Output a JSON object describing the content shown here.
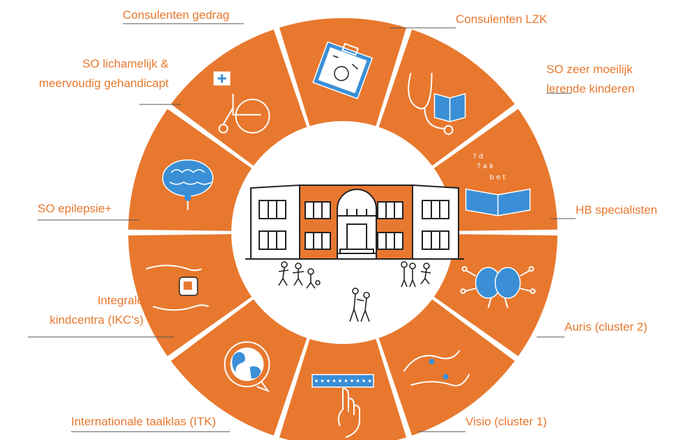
{
  "colors": {
    "segment": "#e8782e",
    "line_art": "#ffffff",
    "accent_blue": "#3a8fd6",
    "ink": "#222222",
    "label": "#e8782e"
  },
  "diagram": {
    "center": {
      "name": "school-building-illustration"
    },
    "segments": [
      {
        "id": "consulenten-gedrag",
        "label": "Consulenten gedrag",
        "icon": "clipboard-icon"
      },
      {
        "id": "consulenten-lzk",
        "label": "Consulenten LZK",
        "icon": "stethoscope-book-icon"
      },
      {
        "id": "so-zeer-moeilijk",
        "label_lines": [
          "SO zeer moeilijk",
          "lerende kinderen"
        ],
        "icon": "open-book-letters-icon"
      },
      {
        "id": "hb-specialisten",
        "label": "HB specialisten",
        "icon": "brain-circuit-icon"
      },
      {
        "id": "auris",
        "label": "Auris (cluster 2)",
        "icon": "sign-language-hands-icon"
      },
      {
        "id": "visio",
        "label": "Visio (cluster 1)",
        "icon": "braille-hand-icon"
      },
      {
        "id": "internationale-taalklas",
        "label": "Internationale taalklas (ITK)",
        "icon": "globe-speech-icon"
      },
      {
        "id": "integrale-kindcentra",
        "label_lines": [
          "Integrale",
          "kindcentra (IKC's)"
        ],
        "icon": "hands-block-icon"
      },
      {
        "id": "so-epilepsie",
        "label": "SO epilepsie+",
        "icon": "brain-icon"
      },
      {
        "id": "so-lichamelijk",
        "label_lines": [
          "SO lichamelijk &",
          "meervoudig gehandicapt"
        ],
        "icon": "wheelchair-icon"
      }
    ]
  }
}
